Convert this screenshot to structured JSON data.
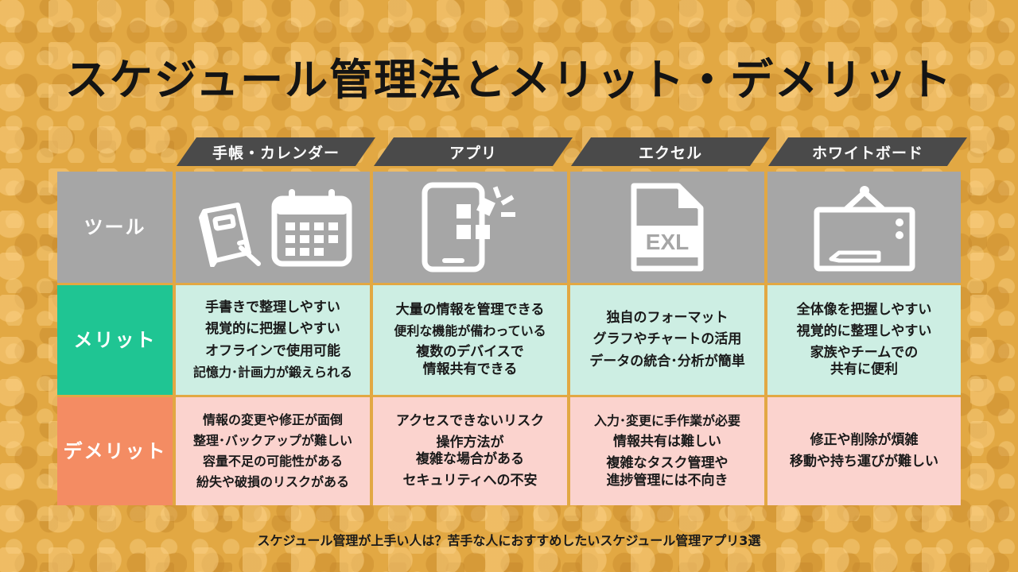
{
  "title": "スケジュール管理法とメリット・デメリット",
  "columns": [
    "手帳・カレンダー",
    "アプリ",
    "エクセル",
    "ホワイトボード"
  ],
  "rows": {
    "tool_label": "ツール",
    "merit_label": "メリット",
    "demerit_label": "デメリット"
  },
  "icons": {
    "col1": [
      "notebook-icon",
      "calendar-icon"
    ],
    "col2": "tablet-app-icon",
    "col3": "excel-file-icon",
    "col3_text": "EXL",
    "col4": "whiteboard-icon"
  },
  "merits": {
    "col1": [
      "手書きで整理しやすい",
      "視覚的に把握しやすい",
      "オフラインで使用可能",
      "記憶力･計画力が鍛えられる"
    ],
    "col2": [
      "大量の情報を管理できる",
      "便利な機能が備わっている",
      "複数のデバイスで",
      "情報共有できる"
    ],
    "col3": [
      "独自のフォーマット",
      "グラフやチャートの活用",
      "データの統合･分析が簡単"
    ],
    "col4": [
      "全体像を把握しやすい",
      "視覚的に整理しやすい",
      "家族やチームでの",
      "共有に便利"
    ]
  },
  "demerits": {
    "col1": [
      "情報の変更や修正が面倒",
      "整理･バックアップが難しい",
      "容量不足の可能性がある",
      "紛失や破損のリスクがある"
    ],
    "col2": [
      "アクセスできないリスク",
      "操作方法が",
      "複雑な場合がある",
      "セキュリティへの不安"
    ],
    "col3": [
      "入力･変更に手作業が必要",
      "情報共有は難しい",
      "複雑なタスク管理や",
      "進捗管理には不向き"
    ],
    "col4": [
      "修正や削除が煩雑",
      "移動や持ち運びが難しい"
    ]
  },
  "footer": "スケジュール管理が上手い人は？苦手な人におすすめしたいスケジュール管理アプリ3選",
  "colors": {
    "background": "#e2a843",
    "header_dark": "#4a4a4a",
    "tool_gray": "#a6a6a6",
    "merit_green": "#1fc593",
    "demerit_salmon": "#f48c63",
    "merit_cell": "#cdeee3",
    "demerit_cell": "#fbd3ce"
  }
}
